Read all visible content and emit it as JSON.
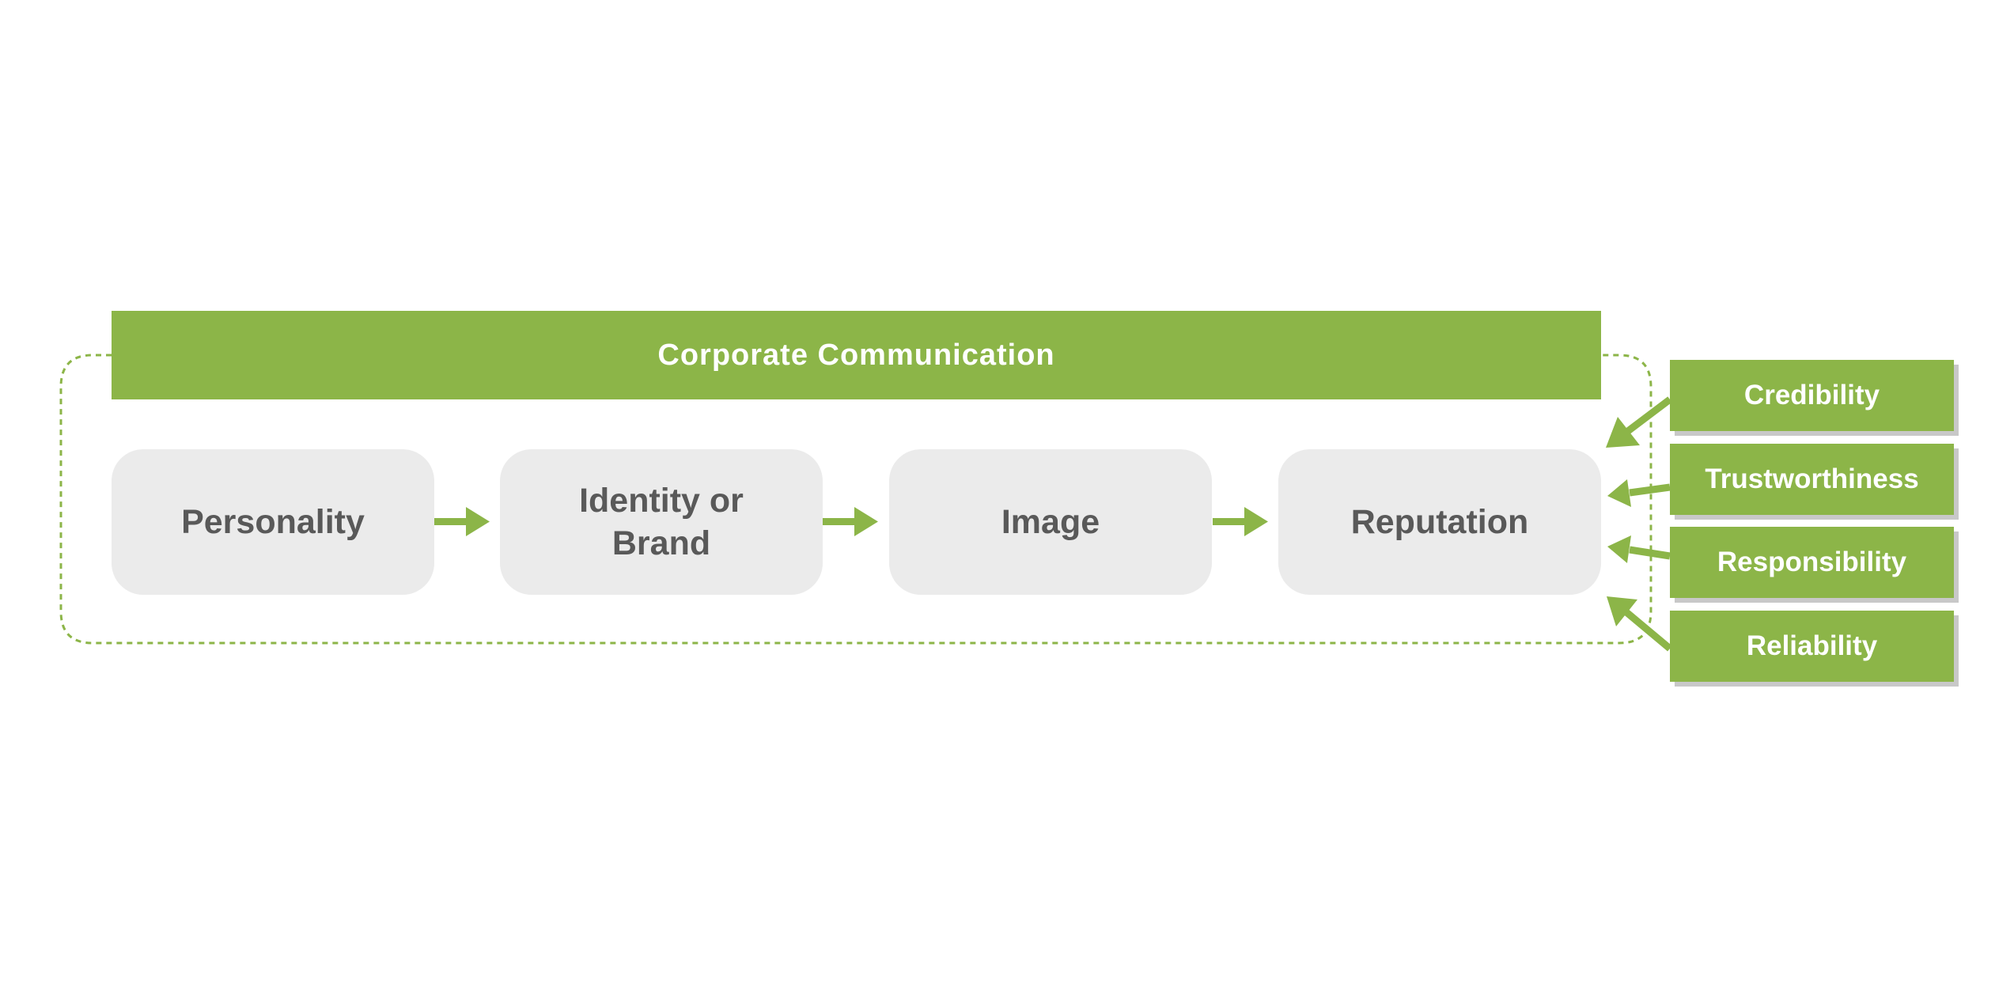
{
  "header": {
    "title": "Corporate Communication"
  },
  "stages": [
    {
      "label": "Personality"
    },
    {
      "label": "Identity or Brand"
    },
    {
      "label": "Image"
    },
    {
      "label": "Reputation"
    }
  ],
  "attributes": [
    {
      "label": "Credibility"
    },
    {
      "label": "Trustworthiness"
    },
    {
      "label": "Responsibility"
    },
    {
      "label": "Reliability"
    }
  ],
  "colors": {
    "accent_green": "#8CB548",
    "stage_fill": "#EBEBEB",
    "stage_text": "#595959",
    "shadow": "#C8C8C8"
  }
}
